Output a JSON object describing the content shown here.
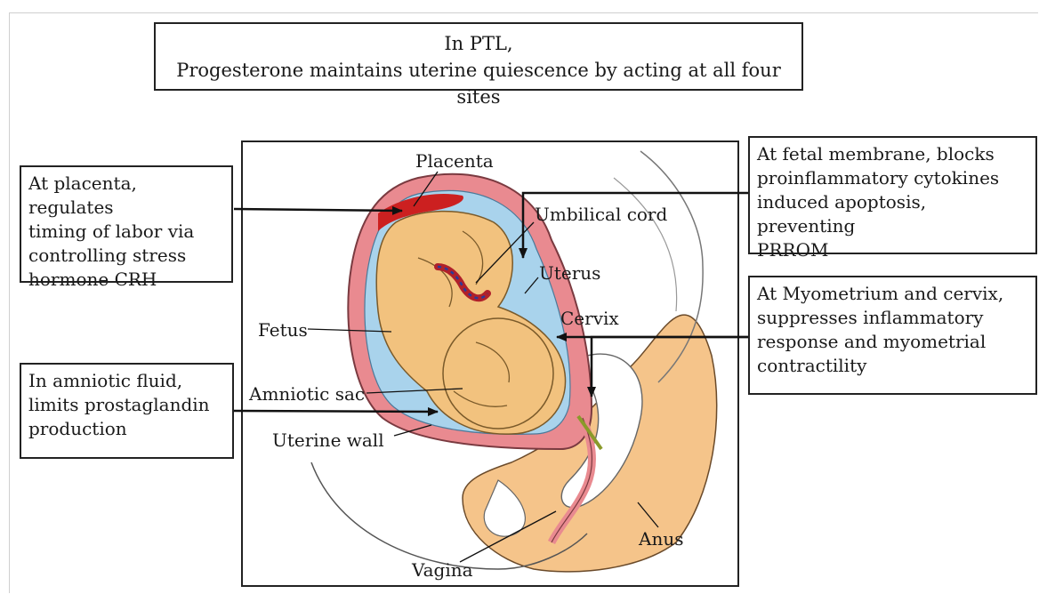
{
  "title": {
    "line1": "In PTL,",
    "line2": "Progesterone maintains uterine quiescence by acting at all four sites"
  },
  "callouts": {
    "placenta": [
      "At placenta, regulates",
      "timing of labor via",
      "controlling stress",
      "hormone CRH"
    ],
    "amniotic": [
      "In amniotic fluid,",
      "limits prostaglandin",
      "production"
    ],
    "membrane": [
      "At fetal membrane, blocks",
      "proinflammatory cytokines",
      "induced apoptosis, preventing",
      "PRROM"
    ],
    "myometrium": [
      "At Myometrium and cervix,",
      "suppresses inflammatory",
      "response and myometrial",
      "contractility"
    ]
  },
  "labels": {
    "placenta": "Placenta",
    "umbilical_cord": "Umbilical cord",
    "uterus": "Uterus",
    "cervix": "Cervix",
    "fetus": "Fetus",
    "amniotic_sac": "Amniotic sac",
    "uterine_wall": "Uterine wall",
    "anus": "Anus",
    "vagina": "Vagina"
  },
  "colors": {
    "uterus_pink": "#e98a90",
    "amniotic_blue": "#a9d3ec",
    "fetus_skin": "#f2c27e",
    "body_skin": "#f5c48a",
    "placenta_red": "#cc2020"
  }
}
